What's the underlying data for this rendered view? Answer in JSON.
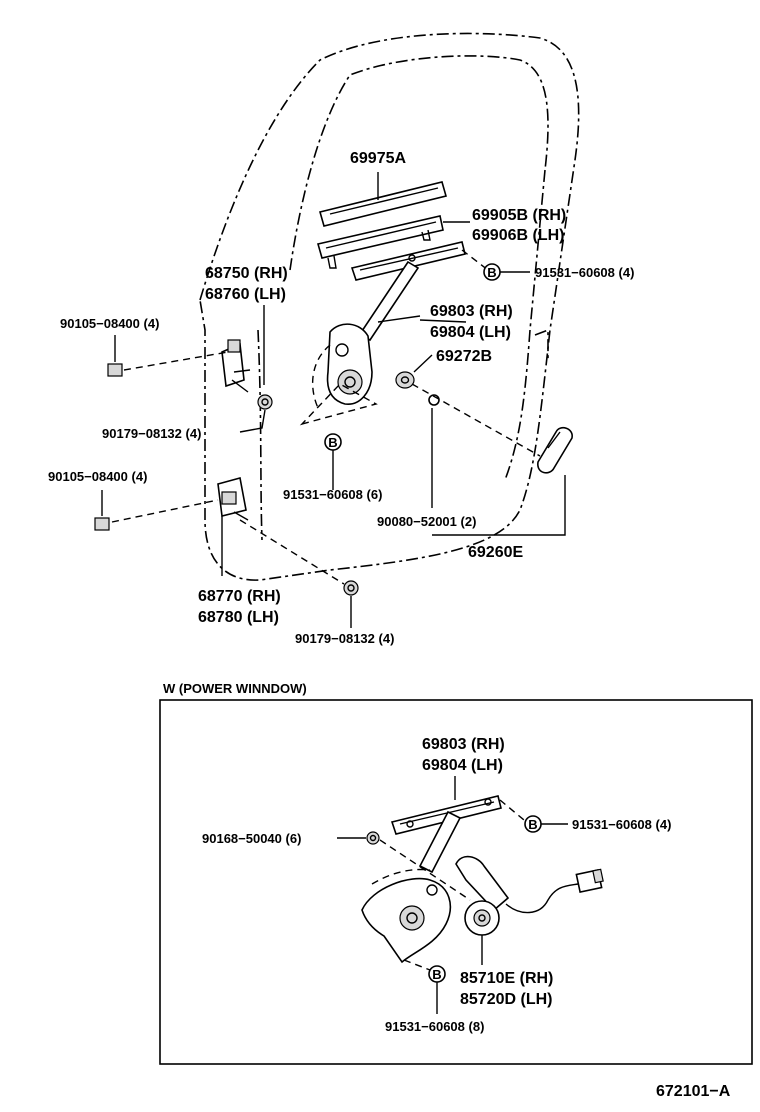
{
  "upper_labels": {
    "p69975a": "69975A",
    "p69905b": "69905B (RH)",
    "p69906b": "69906B (LH)",
    "p91531_4": "91531−60608 (4)",
    "p68750": "68750 (RH)",
    "p68760": "68760 (LH)",
    "p90105_a": "90105−08400 (4)",
    "p69803": "69803 (RH)",
    "p69804": "69804 (LH)",
    "p69272b": "69272B",
    "p90179_a": "90179−08132 (4)",
    "p90105_b": "90105−08400 (4)",
    "p91531_6": "91531−60608 (6)",
    "p90080": "90080−52001 (2)",
    "p69260e": "69260E",
    "p68770": "68770 (RH)",
    "p68780": "68780 (LH)",
    "p90179_b": "90179−08132 (4)",
    "bolt_mark": "B"
  },
  "inset": {
    "title": "W  (POWER   WINNDOW)",
    "p69803": "69803 (RH)",
    "p69804": "69804 (LH)",
    "p90168": "90168−50040 (6)",
    "p91531_4": "91531−60608 (4)",
    "p85710e": "85710E (RH)",
    "p85720d": "85720D (LH)",
    "p91531_8": "91531−60608 (8)",
    "bolt_mark": "B"
  },
  "figure_id": "672101−A",
  "icons": [
    "bolt-b-icon",
    "nut-icon",
    "clip-icon",
    "crank-handle-icon",
    "motor-icon",
    "connector-icon"
  ]
}
